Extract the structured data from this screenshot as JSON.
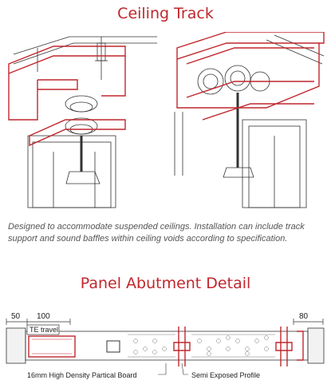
{
  "headings": {
    "ceiling_track": "Ceiling Track",
    "panel_abutment": "Panel Abutment Detail"
  },
  "description": "Designed to accommodate suspended ceilings. Installation can include track support and sound baffles within ceiling voids according to specification.",
  "detail": {
    "dim_left_a": "50",
    "dim_left_b": "100",
    "dim_right": "80",
    "travel_label": "TE travel",
    "callout_board": "16mm High Density Partical Board",
    "callout_profile": "Semi Exposed Profile"
  },
  "colors": {
    "accent": "#c0272d",
    "line": "#333333"
  }
}
